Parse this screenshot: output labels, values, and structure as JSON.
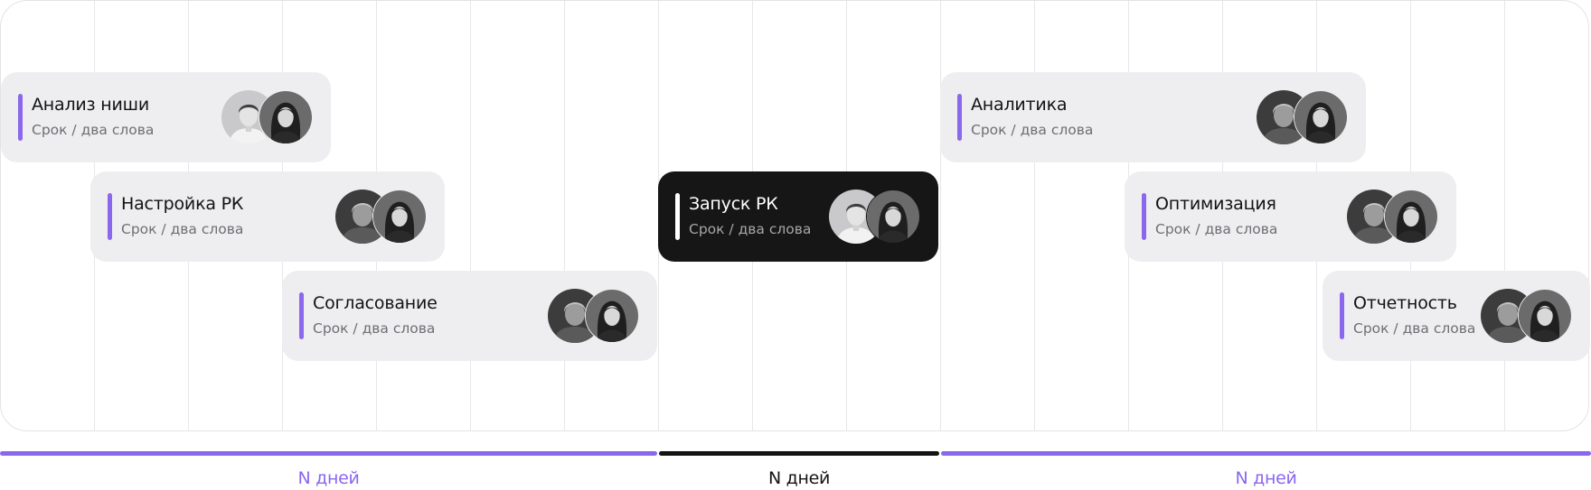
{
  "colors": {
    "accent": "#8b67ee",
    "card_bg": "#eeeef0",
    "card_dark_bg": "#161616",
    "grid_line": "#e7e7ea",
    "text_dark": "#121212",
    "text_muted": "#6f6f73"
  },
  "tasks": [
    {
      "title": "Анализ ниши",
      "subtitle": "Срок / два слова",
      "theme": "light",
      "avatars": [
        "person-avatar-young-man",
        "person-avatar-woman"
      ]
    },
    {
      "title": "Настройка РК",
      "subtitle": "Срок / два слова",
      "theme": "light",
      "avatars": [
        "person-avatar-blonde-man",
        "person-avatar-woman"
      ]
    },
    {
      "title": "Согласование",
      "subtitle": "Срок / два слова",
      "theme": "light",
      "avatars": [
        "person-avatar-blonde-man",
        "person-avatar-woman"
      ]
    },
    {
      "title": "Запуск РК",
      "subtitle": "Срок / два слова",
      "theme": "dark",
      "avatars": [
        "person-avatar-young-man",
        "person-avatar-woman"
      ]
    },
    {
      "title": "Аналитика",
      "subtitle": "Срок / два слова",
      "theme": "light",
      "avatars": [
        "person-avatar-blonde-man",
        "person-avatar-woman"
      ]
    },
    {
      "title": "Оптимизация",
      "subtitle": "Срок / два слова",
      "theme": "light",
      "avatars": [
        "person-avatar-blonde-man",
        "person-avatar-woman"
      ]
    },
    {
      "title": "Отчетность",
      "subtitle": "Срок / два слова",
      "theme": "light",
      "avatars": [
        "person-avatar-blonde-man",
        "person-avatar-woman"
      ]
    }
  ],
  "timeline": [
    {
      "label": "N дней",
      "color": "#8b67ee"
    },
    {
      "label": "N дней",
      "color": "#141414"
    },
    {
      "label": "N дней",
      "color": "#8b67ee"
    }
  ]
}
